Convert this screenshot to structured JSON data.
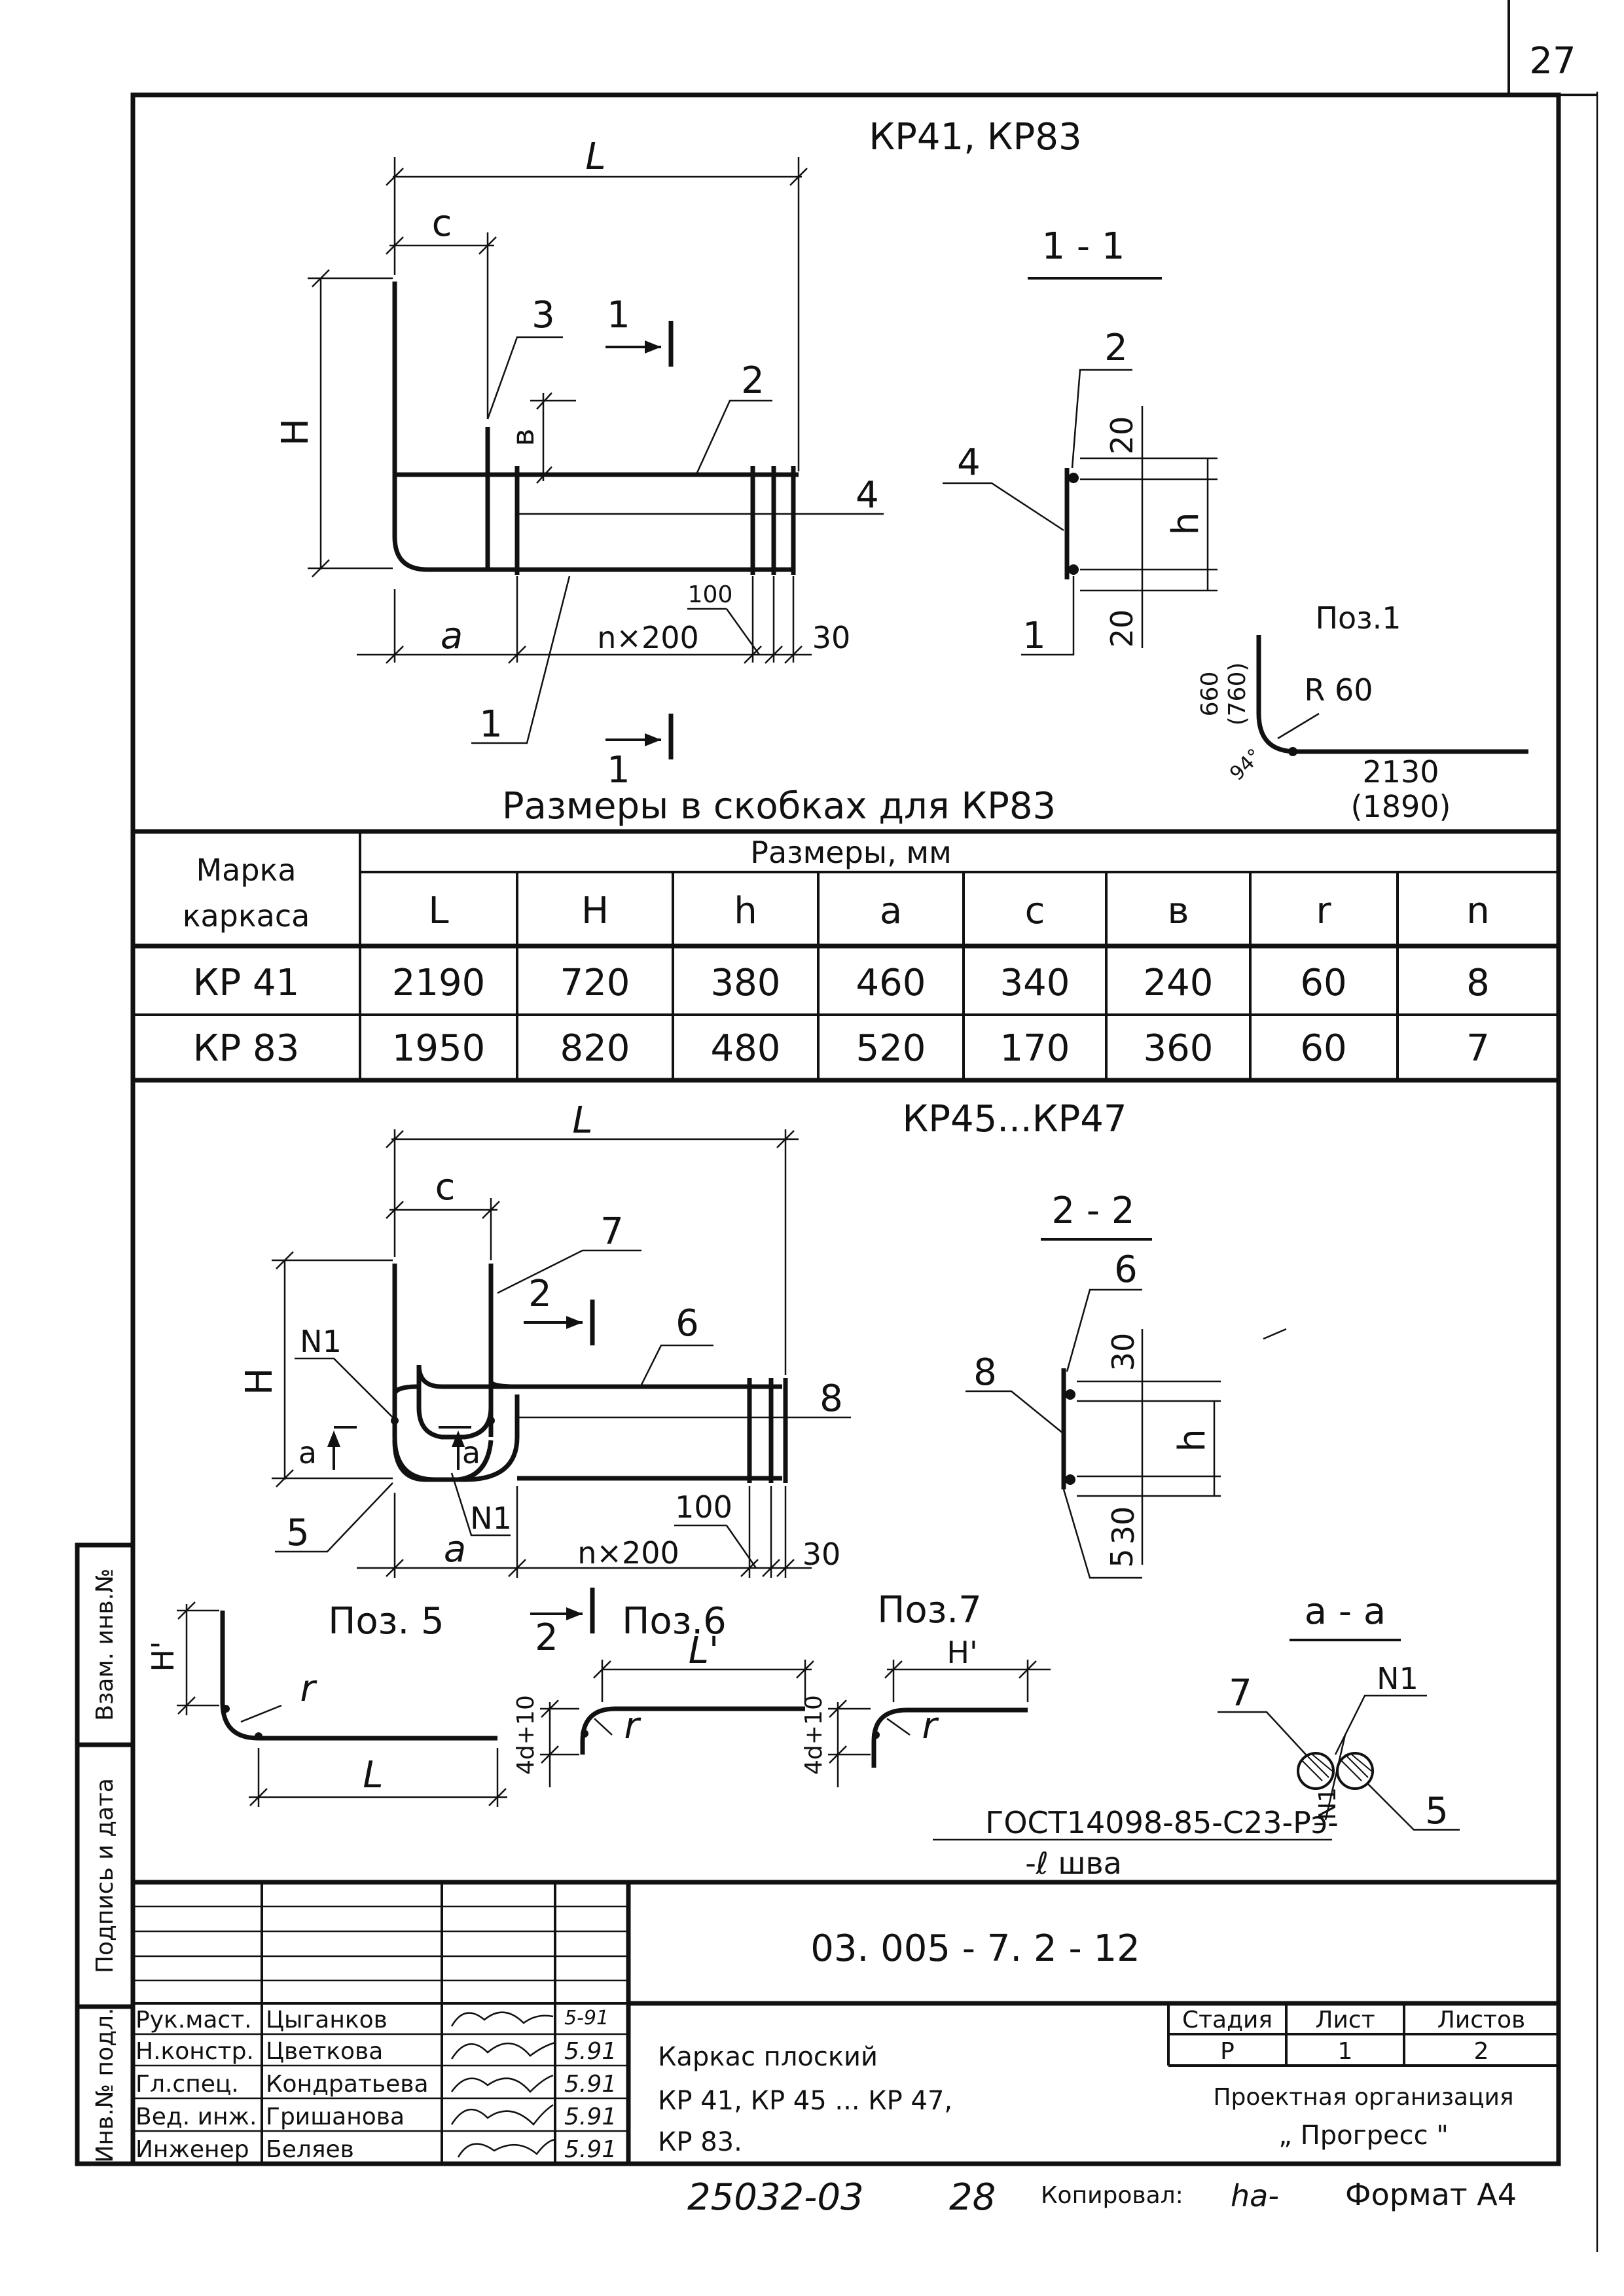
{
  "sheet_number": "27",
  "top_drawing": {
    "title": "КР41, КР83",
    "section": "1 - 1",
    "labels": {
      "L": "L",
      "c": "c",
      "H": "H",
      "b": "в",
      "a": "a",
      "pitch": "n×200",
      "p100": "100",
      "p30": "30",
      "pos1": "1",
      "pos2": "2",
      "pos3": "3",
      "pos4": "4",
      "cut_marker": "1"
    },
    "section_labels": {
      "pos2": "2",
      "pos4": "4",
      "pos1": "1",
      "d20a": "20",
      "d20b": "20",
      "h": "h"
    },
    "poz1": {
      "title": "Поз.1",
      "radius": "R 60",
      "vertical": "660",
      "vertical_alt": "(760)",
      "horizontal": "2130",
      "horizontal_alt": "(1890)",
      "angle": "94°"
    },
    "bracket_note": "Размеры в скобках для КР83"
  },
  "table": {
    "col1_header": "Марка\nкаркаса",
    "col1_header_line1": "Марка",
    "col1_header_line2": "каркаса",
    "group_header": "Размеры, мм",
    "columns": [
      "L",
      "H",
      "h",
      "a",
      "c",
      "в",
      "r",
      "n"
    ],
    "rows": [
      {
        "mark": "КР 41",
        "values": [
          "2190",
          "720",
          "380",
          "460",
          "340",
          "240",
          "60",
          "8"
        ]
      },
      {
        "mark": "КР 83",
        "values": [
          "1950",
          "820",
          "480",
          "520",
          "170",
          "360",
          "60",
          "7"
        ]
      }
    ]
  },
  "bottom_drawing": {
    "title": "КР45...КР47",
    "section": "2 - 2",
    "labels": {
      "L": "L",
      "c": "c",
      "H": "H",
      "a": "a",
      "pitch": "n×200",
      "p100": "100",
      "p30": "30",
      "N1a": "N1",
      "N1b": "N1",
      "pos5": "5",
      "pos6": "6",
      "pos7": "7",
      "cut_a": "a",
      "cut_a2": "a",
      "cut_marker": "2",
      "cut_marker2": "2"
    },
    "section_labels": {
      "pos6": "6",
      "pos8": "8",
      "d30a": "30",
      "d30b": "30",
      "h": "h",
      "pos5": "5"
    },
    "poz5": {
      "title": "Поз. 5",
      "H": "H'",
      "r": "r",
      "L": "L"
    },
    "poz6": {
      "title": "Поз.6",
      "L": "L'",
      "r": "r",
      "d": "4d+10"
    },
    "poz7": {
      "title": "Поз.7",
      "H": "H'",
      "r": "r",
      "d": "4d+10"
    },
    "aa": {
      "title": "a - a",
      "pos7": "7",
      "N1a": "N1",
      "N1b": "N1",
      "pos5": "5",
      "gost": "ГОСТ14098-85-С23-Рэ-",
      "seam": "-ℓ шва"
    }
  },
  "side_stamp": {
    "inv_vzam": "Взам. инв.№",
    "sign_date": "Подпись и дата",
    "inv_podl": "Инв.№ подл."
  },
  "title_block": {
    "code": "03. 005 - 7. 2 - 12",
    "roles": [
      "Рук.маст.",
      "Н.констр.",
      "Гл.спец.",
      "Вед. инж.",
      "Инженер"
    ],
    "names": [
      "Цыганков",
      "Цветкова",
      "Кондратьева",
      "Гришанова",
      "Беляев"
    ],
    "dates": [
      "5-91",
      "5.91",
      "5.91",
      "5.91",
      "5.91"
    ],
    "title_line1": "Каркас плоский",
    "title_line2": "КР 41,  КР 45 ... КР 47,",
    "title_line3": "КР 83.",
    "stage_h": "Стадия",
    "sheet_h": "Лист",
    "sheets_h": "Листов",
    "stage": "Р",
    "sheet": "1",
    "sheets": "2",
    "org1": "Проектная организация",
    "org2": "„ Прогресс \""
  },
  "footer": {
    "number": "25032-03",
    "page": "28",
    "copied_label": "Копировал:",
    "copied_sig": "ha-",
    "format": "Формат А4"
  }
}
